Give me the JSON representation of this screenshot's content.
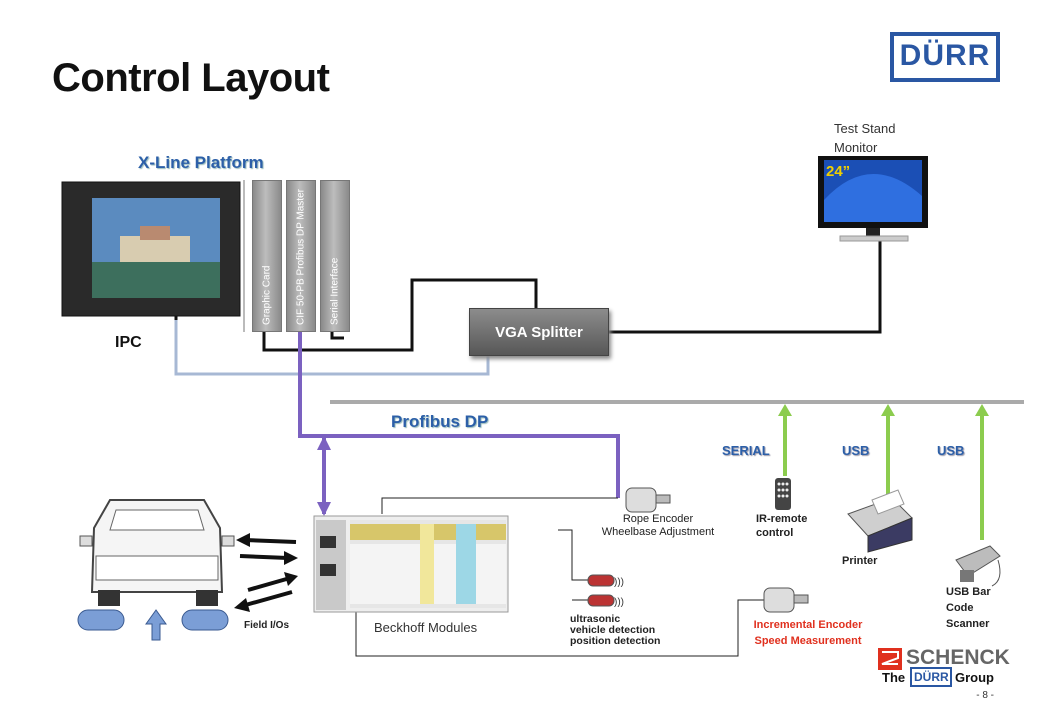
{
  "title": "Control Layout",
  "logo_top": "DÜRR",
  "platform_heading": "X-Line Platform",
  "ipc_label": "IPC",
  "cards": [
    "Graphic Card",
    "CIF 50-PB Profibus DP Master",
    "Serial Interface"
  ],
  "monitor": {
    "label_line1": "Test Stand",
    "label_line2": "Monitor",
    "size": "24”"
  },
  "vga_splitter": "VGA Splitter",
  "profibus_label": "Profibus DP",
  "connectors": [
    "SERIAL",
    "USB",
    "USB"
  ],
  "devices": {
    "rope_encoder_line1": "Rope Encoder",
    "rope_encoder_line2": "Wheelbase Adjustment",
    "ir_remote_line1": "IR-remote",
    "ir_remote_line2": "control",
    "printer": "Printer",
    "scanner_line1": "USB Bar",
    "scanner_line2": "Code",
    "scanner_line3": "Scanner",
    "ultrasonic_line1": "ultrasonic",
    "ultrasonic_line2": "vehicle detection",
    "ultrasonic_line3": "position detection",
    "incremental_line1": "Incremental Encoder",
    "incremental_line2": "Speed Measurement",
    "beckhoff": "Beckhoff Modules",
    "field_io": "Field I/Os"
  },
  "footer": {
    "schenck": "SCHENCK",
    "the": "The",
    "durr": "DÜRR",
    "group": "Group"
  },
  "page_number": "- 8 -",
  "colors": {
    "blue": "#2c5fa8",
    "profibus": "#7b61c0",
    "green": "#8ccc4e",
    "vga_line": "#a7b8d4",
    "red": "#e0301e"
  }
}
